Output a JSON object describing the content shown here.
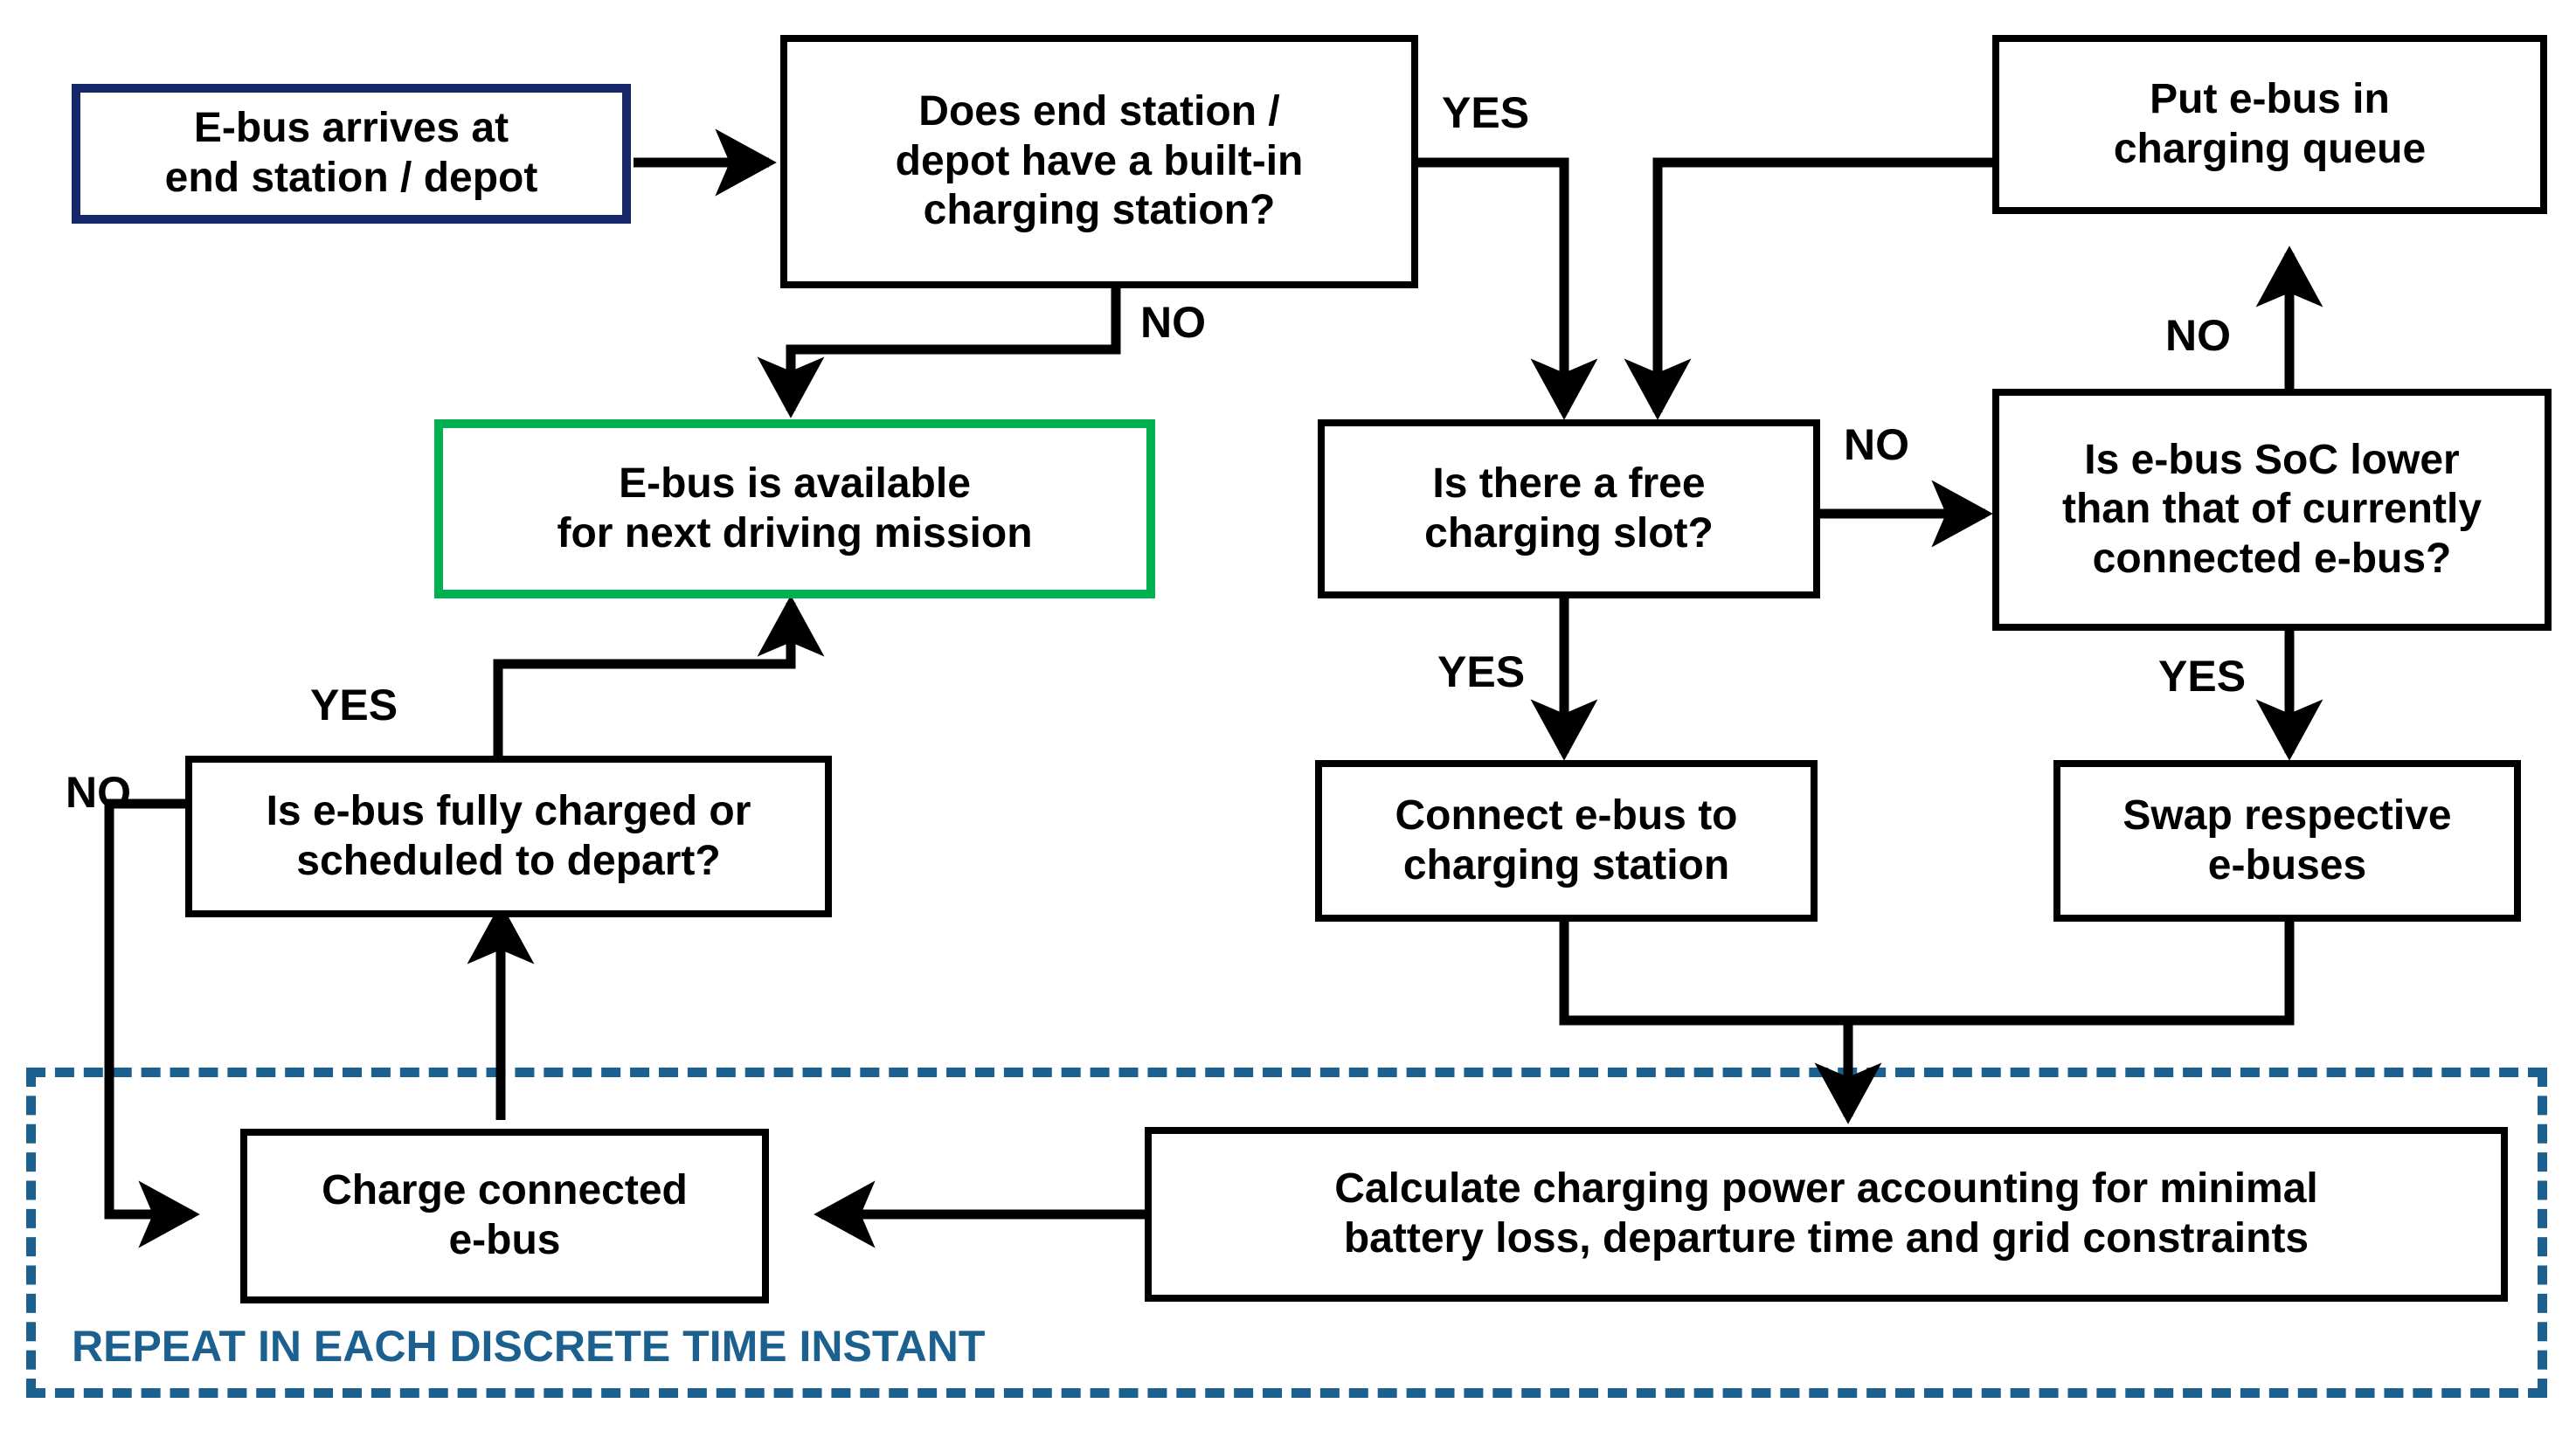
{
  "diagram": {
    "title_text_color": "#000000",
    "colors": {
      "start_border": "#17276B",
      "end_border": "#00B14F",
      "process_border": "#000000",
      "loop_frame": "#1C608F",
      "background": "#FFFFFF"
    },
    "nodes": [
      {
        "id": "arrive",
        "line1": "E-bus arrives at",
        "line2": "end station / depot",
        "line3": ""
      },
      {
        "id": "has_station",
        "line1": "Does end station /",
        "line2": "depot have a built-in",
        "line3": "charging station?"
      },
      {
        "id": "queue",
        "line1": "Put e-bus in",
        "line2": "charging queue",
        "line3": ""
      },
      {
        "id": "available",
        "line1": "E-bus is available",
        "line2": "for next driving mission",
        "line3": ""
      },
      {
        "id": "free_slot",
        "line1": "Is there a free",
        "line2": "charging slot?",
        "line3": ""
      },
      {
        "id": "soc_lower",
        "line1": "Is e-bus SoC lower",
        "line2": "than that of currently",
        "line3": "connected e-bus?"
      },
      {
        "id": "fully_charged",
        "line1": "Is e-bus fully charged or",
        "line2": "scheduled to depart?",
        "line3": ""
      },
      {
        "id": "connect",
        "line1": "Connect e-bus to",
        "line2": "charging station",
        "line3": ""
      },
      {
        "id": "swap",
        "line1": "Swap respective",
        "line2": "e-buses",
        "line3": ""
      },
      {
        "id": "charge",
        "line1": "Charge connected",
        "line2": "e-bus",
        "line3": ""
      },
      {
        "id": "calculate",
        "line1": "Calculate charging power accounting for minimal",
        "line2": "battery loss, departure time and grid constraints",
        "line3": ""
      }
    ],
    "edge_labels": {
      "has_station_yes": "YES",
      "has_station_no": "NO",
      "free_slot_yes": "YES",
      "free_slot_no": "NO",
      "soc_yes": "YES",
      "soc_no": "NO",
      "fully_charged_yes": "YES",
      "fully_charged_no": "NO"
    },
    "loop_frame_caption": "REPEAT IN EACH DISCRETE TIME INSTANT"
  }
}
